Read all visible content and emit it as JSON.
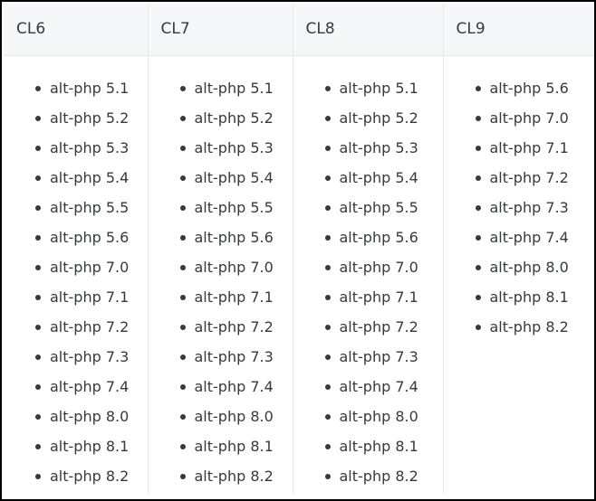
{
  "table": {
    "headers": [
      "CL6",
      "CL7",
      "CL8",
      "CL9"
    ],
    "columns": [
      [
        "alt-php 5.1",
        "alt-php 5.2",
        "alt-php 5.3",
        "alt-php 5.4",
        "alt-php 5.5",
        "alt-php 5.6",
        "alt-php 7.0",
        "alt-php 7.1",
        "alt-php 7.2",
        "alt-php 7.3",
        "alt-php 7.4",
        "alt-php 8.0",
        "alt-php 8.1",
        "alt-php 8.2"
      ],
      [
        "alt-php 5.1",
        "alt-php 5.2",
        "alt-php 5.3",
        "alt-php 5.4",
        "alt-php 5.5",
        "alt-php 5.6",
        "alt-php 7.0",
        "alt-php 7.1",
        "alt-php 7.2",
        "alt-php 7.3",
        "alt-php 7.4",
        "alt-php 8.0",
        "alt-php 8.1",
        "alt-php 8.2"
      ],
      [
        "alt-php 5.1",
        "alt-php 5.2",
        "alt-php 5.3",
        "alt-php 5.4",
        "alt-php 5.5",
        "alt-php 5.6",
        "alt-php 7.0",
        "alt-php 7.1",
        "alt-php 7.2",
        "alt-php 7.3",
        "alt-php 7.4",
        "alt-php 8.0",
        "alt-php 8.1",
        "alt-php 8.2"
      ],
      [
        "alt-php 5.6",
        "alt-php 7.0",
        "alt-php 7.1",
        "alt-php 7.2",
        "alt-php 7.3",
        "alt-php 7.4",
        "alt-php 8.0",
        "alt-php 8.1",
        "alt-php 8.2"
      ]
    ]
  }
}
